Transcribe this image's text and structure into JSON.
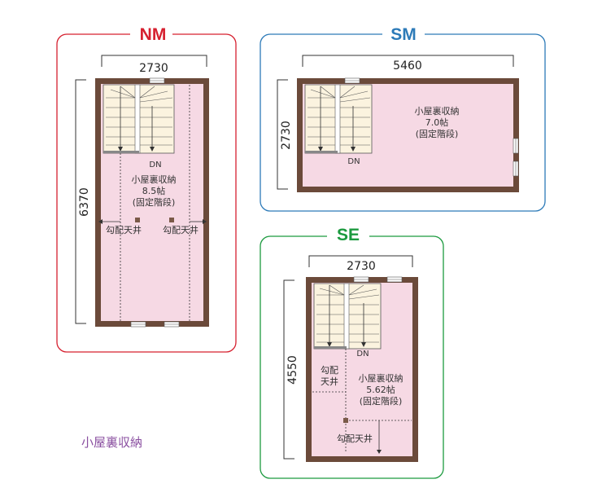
{
  "colors": {
    "nm": "#d6202f",
    "sm": "#2c7ab8",
    "se": "#1c9a3f",
    "wall": "#6b4a3a",
    "floor": "#f6d9e4",
    "stair_bg": "#fbf3df",
    "dim_line": "#333333",
    "caption": "#8a4fa0"
  },
  "panels": {
    "nm": {
      "label": "NM",
      "width_dim": "2730",
      "depth_dim": "6370",
      "stair_label": "DN",
      "room_name": "小屋裏収納",
      "room_size": "8.5帖",
      "room_note": "(固定階段)",
      "slope_left": "勾配天井",
      "slope_right": "勾配天井"
    },
    "sm": {
      "label": "SM",
      "width_dim": "5460",
      "depth_dim": "2730",
      "stair_label": "DN",
      "room_name": "小屋裏収納",
      "room_size": "7.0帖",
      "room_note": "(固定階段)"
    },
    "se": {
      "label": "SE",
      "width_dim": "2730",
      "depth_dim": "4550",
      "stair_label": "DN",
      "room_name": "小屋裏収納",
      "room_size": "5.62帖",
      "room_note": "(固定階段)",
      "slope_side_1": "勾配",
      "slope_side_2": "天井",
      "slope_bottom": "勾配天井"
    }
  },
  "caption": "小屋裏収納"
}
